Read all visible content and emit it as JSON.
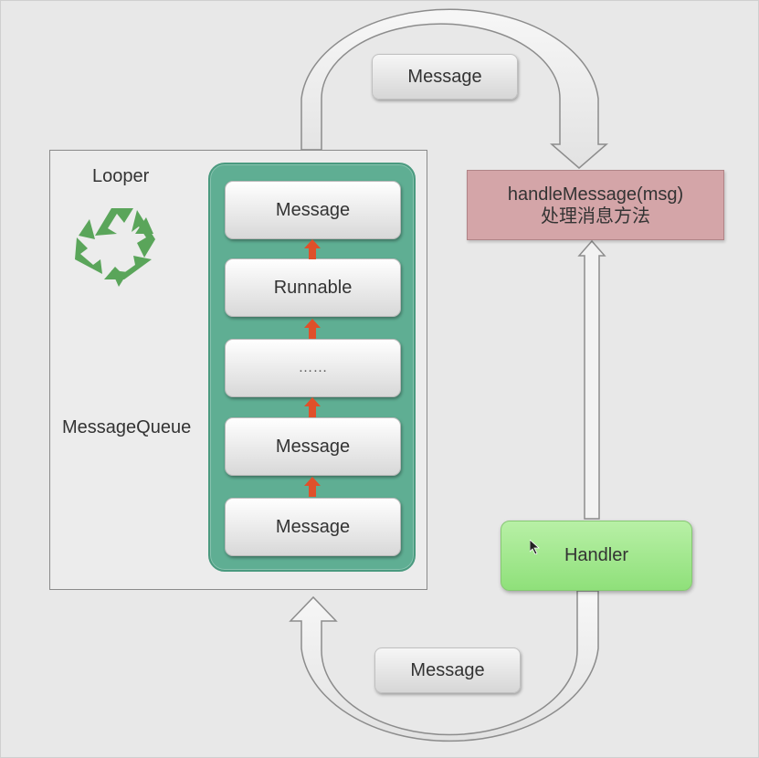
{
  "looper": {
    "label": "Looper",
    "icon": "recycle-icon",
    "icon_color": "#5aa55a"
  },
  "message_queue": {
    "label": "MessageQueue",
    "panel_color": "#5fae93",
    "items": [
      "Message",
      "Runnable",
      "……",
      "Message",
      "Message"
    ]
  },
  "handle_message": {
    "line1": "handleMessage(msg)",
    "line2": "处理消息方法",
    "color": "#d4a5a8"
  },
  "handler": {
    "label": "Handler",
    "color": "#9ee68a"
  },
  "top_message": {
    "label": "Message"
  },
  "bottom_message": {
    "label": "Message"
  },
  "queue_arrow_color": "#e0502a"
}
